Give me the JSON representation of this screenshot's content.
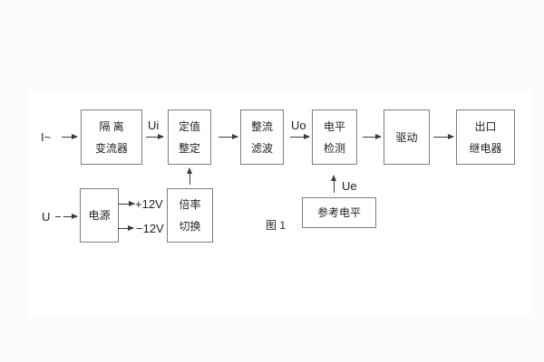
{
  "figure": {
    "caption": "图 1",
    "type": "functional-block-diagram"
  },
  "labels": {
    "input_current": "I~",
    "input_voltage": "U",
    "ui": "Ui",
    "uo": "Uo",
    "ue": "Ue",
    "plus12v": "+12V",
    "minus12v": "−12V"
  },
  "blocks": {
    "isolation": {
      "line1": "隔 离",
      "line2": "变流器"
    },
    "setting": {
      "line1": "定值",
      "line2": "整定"
    },
    "rectifier": {
      "line1": "整流",
      "line2": "滤波"
    },
    "level": {
      "line1": "电平",
      "line2": "检测"
    },
    "driver": {
      "line1": "驱动"
    },
    "relay": {
      "line1": "出口",
      "line2": "继电器"
    },
    "power": {
      "line1": "电源"
    },
    "ratio": {
      "line1": "倍率",
      "line2": "切换"
    },
    "reference": {
      "line1": "参考电平"
    }
  },
  "connections": [
    "I~ → 隔离变流器",
    "隔离变流器 →(Ui) 定值整定",
    "定值整定 → 整流滤波",
    "整流滤波 →(Uo) 电平检测",
    "电平检测 → 驱动",
    "驱动 → 出口继电器",
    "U → 电源",
    "电源 → +12V",
    "电源 → −12V",
    "倍率切换 ↑ 定值整定",
    "参考电平 ↑(Ue) 电平检测"
  ],
  "colors": {
    "page_background": "#fbfbfb",
    "panel_background": "#ffffff",
    "box_border": "#7d7d7d",
    "line": "#3c3c3c",
    "text": "#1f1f1f"
  }
}
